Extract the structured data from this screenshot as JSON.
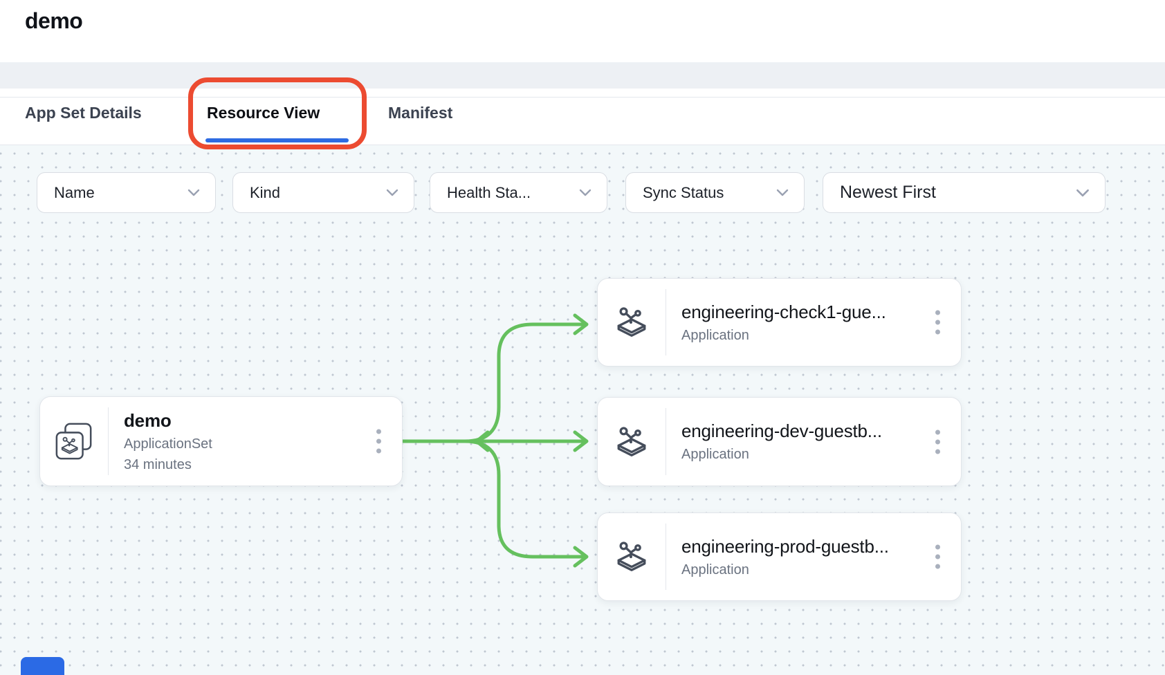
{
  "header": {
    "title": "demo"
  },
  "tabs": [
    {
      "label": "App Set Details",
      "active": false
    },
    {
      "label": "Resource View",
      "active": true
    },
    {
      "label": "Manifest",
      "active": false
    }
  ],
  "filters": [
    {
      "label": "Name"
    },
    {
      "label": "Kind"
    },
    {
      "label": "Health Sta..."
    },
    {
      "label": "Sync Status"
    },
    {
      "label": "Newest First"
    }
  ],
  "graph": {
    "root": {
      "title": "demo",
      "kind": "ApplicationSet",
      "age": "34 minutes"
    },
    "children": [
      {
        "title": "engineering-check1-gue...",
        "kind": "Application"
      },
      {
        "title": "engineering-dev-guestb...",
        "kind": "Application"
      },
      {
        "title": "engineering-prod-guestb...",
        "kind": "Application"
      }
    ]
  },
  "colors": {
    "accent": "#2e6be2",
    "annotation": "#ec4b31",
    "edge": "#65c05e",
    "icon": "#454d5b"
  }
}
